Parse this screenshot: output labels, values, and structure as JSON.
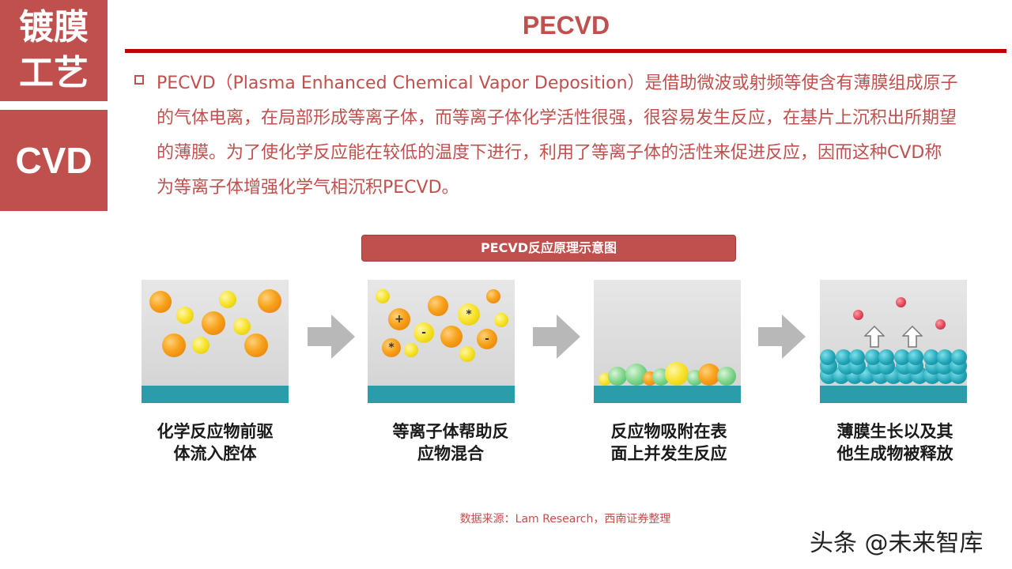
{
  "sidebar": {
    "top_line1": "镀膜",
    "top_line2": "工艺",
    "bottom": "CVD"
  },
  "title": "PECVD",
  "description": "PECVD（Plasma Enhanced Chemical Vapor Deposition）是借助微波或射频等使含有薄膜组成原子的气体电离，在局部形成等离子体，而等离子体化学活性很强，很容易发生反应，在基片上沉积出所期望的薄膜。为了使化学反应能在较低的温度下进行，利用了等离子体的活性来促进反应，因而这种CVD称为等离子体增强化学气相沉积PECVD。",
  "diagram": {
    "title": "PECVD反应原理示意图",
    "stages": [
      {
        "line1": "化学反应物前驱",
        "line2": "体流入腔体"
      },
      {
        "line1": "等离子体帮助反",
        "line2": "应物混合"
      },
      {
        "line1": "反应物吸附在表",
        "line2": "面上并发生反应"
      },
      {
        "line1": "薄膜生长以及其",
        "line2": "他生成物被释放"
      }
    ],
    "ion_signs": [
      "+",
      "-",
      "*",
      "*",
      "-"
    ]
  },
  "source": "数据来源：Lam Research，西南证券整理",
  "watermark": "头条 @未来智库",
  "colors": {
    "accent": "#c0504d",
    "rule": "#c00000",
    "substrate": "#2b9ca9"
  }
}
